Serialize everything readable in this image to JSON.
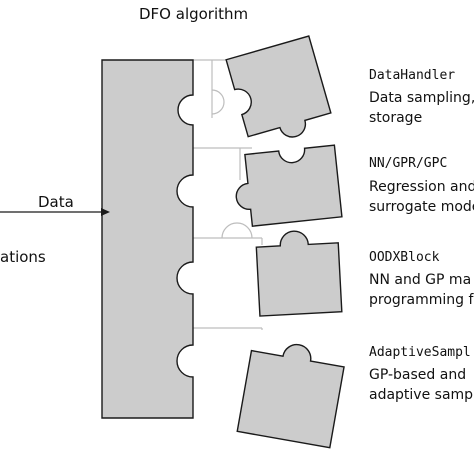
{
  "title": "DFO algorithm",
  "input_arrow_label": "Data",
  "left_label": "ations",
  "modules": [
    {
      "name": "DataHandler",
      "desc_line1": "Data sampling,",
      "desc_line2": "storage"
    },
    {
      "name": "NN/GPR/GPC",
      "desc_line1": "Regression and",
      "desc_line2": "surrogate mode"
    },
    {
      "name": "OODXBlock",
      "desc_line1": "NN and GP ma",
      "desc_line2": "programming fo"
    },
    {
      "name": "AdaptiveSampl",
      "desc_line1": "GP-based and",
      "desc_line2": "adaptive sampl"
    }
  ],
  "colors": {
    "piece_fill": "#cccccc",
    "stroke": "#1a1a1a",
    "ghost_stroke": "#bdbdbd"
  }
}
